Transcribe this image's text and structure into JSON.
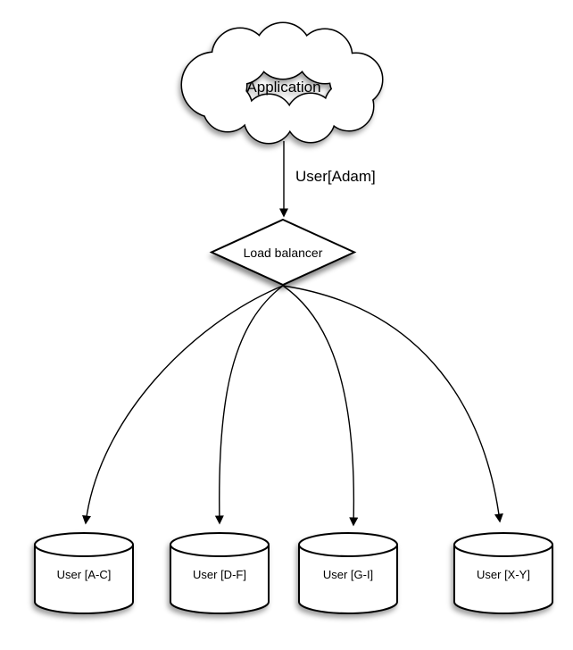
{
  "nodes": {
    "application": {
      "label": "Application",
      "shape": "cloud"
    },
    "load_balancer": {
      "label": "Load balancer",
      "shape": "diamond"
    }
  },
  "edges": {
    "application_to_load_balancer": {
      "label": "User[Adam]"
    }
  },
  "databases": [
    {
      "label": "User [A-C]",
      "shape": "cylinder"
    },
    {
      "label": "User [D-F]",
      "shape": "cylinder"
    },
    {
      "label": "User [G-I]",
      "shape": "cylinder"
    },
    {
      "label": "User [X-Y]",
      "shape": "cylinder"
    }
  ],
  "icons": {
    "arrowhead": "filled-triangle-arrowhead-icon"
  },
  "colors": {
    "background": "#ffffff",
    "shape_fill": "#ffffff",
    "stroke": "#000000",
    "text": "#000000",
    "shadow": "rgba(0,0,0,0.4)"
  }
}
